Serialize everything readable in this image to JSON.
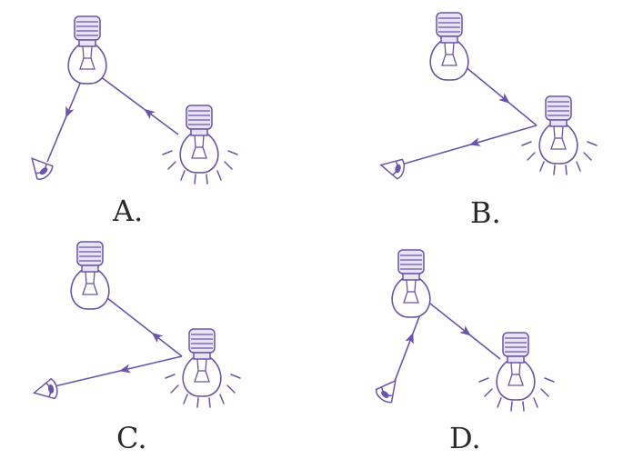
{
  "options": [
    {
      "label": "A."
    },
    {
      "label": "B."
    },
    {
      "label": "C."
    },
    {
      "label": "D."
    }
  ],
  "icons": [
    "light-bulb-icon",
    "lit-light-bulb-icon",
    "eye-icon",
    "arrow-icon"
  ],
  "colors": {
    "drawing": "#6a55a8",
    "text": "#2a2a2a",
    "background": "#ffffff"
  }
}
